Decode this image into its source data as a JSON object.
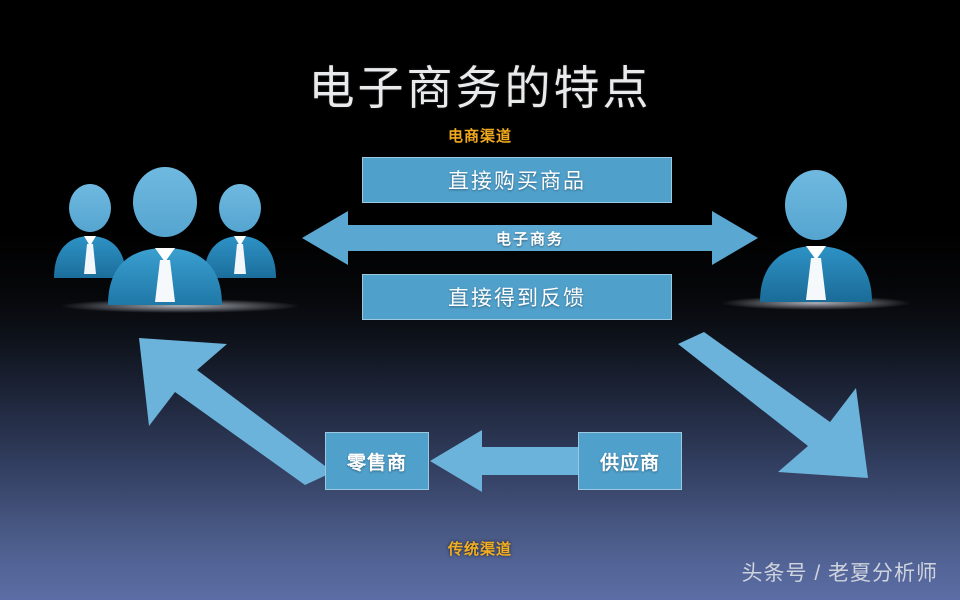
{
  "slide": {
    "title": "电子商务的特点",
    "watermark": "头条号 / 老夏分析师",
    "background_top_color": "#000000",
    "background_bottom_color": "#5b6da4"
  },
  "labels": {
    "ecommerce_channel": "电商渠道",
    "traditional_channel": "传统渠道",
    "label_color": "#f0a81e"
  },
  "ecommerce_flow": {
    "box_top": "直接购买商品",
    "box_bottom": "直接得到反馈",
    "arrow_label": "电子商务",
    "box_color": "#4fa0cb",
    "arrow_color": "#5aa8d2"
  },
  "traditional_flow": {
    "retailer": "零售商",
    "supplier": "供应商",
    "arrow_color": "#6cb3db"
  },
  "actors": {
    "left_group_name": "customer-group",
    "right_person_name": "merchant-person"
  },
  "icons": {
    "person_group": "people-group-icon",
    "person_single": "person-icon",
    "arrow_double": "double-headed-arrow-icon",
    "arrow_left": "arrow-left-icon",
    "arrow_up_left": "arrow-up-left-icon",
    "arrow_down_left": "arrow-down-left-icon"
  }
}
